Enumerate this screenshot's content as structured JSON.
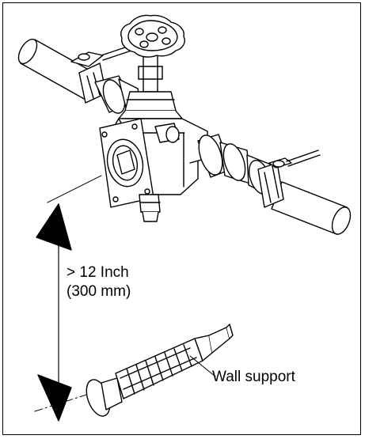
{
  "distance": {
    "imperial": "> 12 Inch",
    "metric": "(300 mm)"
  },
  "labels": {
    "wall_support": "Wall support"
  },
  "colors": {
    "line": "#000000",
    "background": "#ffffff"
  }
}
